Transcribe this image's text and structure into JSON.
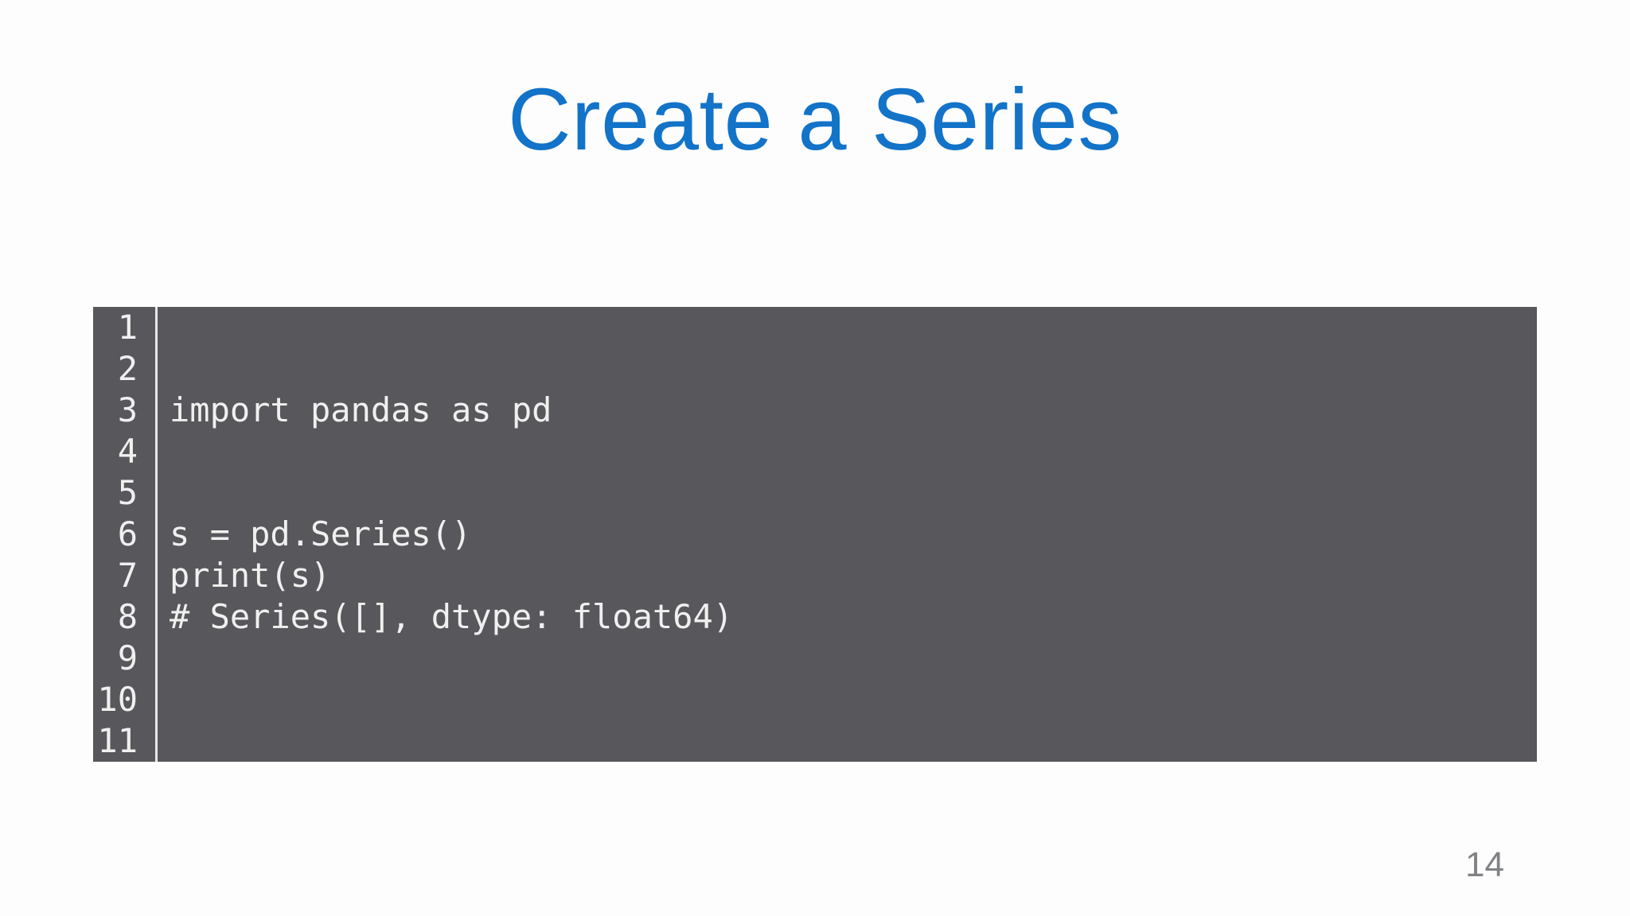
{
  "slide": {
    "title": "Create a Series",
    "page_number": "14"
  },
  "colors": {
    "title_blue": "#1273c8",
    "code_background": "#58575b",
    "code_text": "#f1f0f0",
    "gutter_separator": "#e8e8ea",
    "page_number_gray": "#808285",
    "slide_background": "#fdfdfd"
  },
  "code_block": {
    "lines": [
      {
        "number": "1",
        "code": ""
      },
      {
        "number": "2",
        "code": ""
      },
      {
        "number": "3",
        "code": "import pandas as pd"
      },
      {
        "number": "4",
        "code": ""
      },
      {
        "number": "5",
        "code": ""
      },
      {
        "number": "6",
        "code": "s = pd.Series()"
      },
      {
        "number": "7",
        "code": "print(s)"
      },
      {
        "number": "8",
        "code": "# Series([], dtype: float64)"
      },
      {
        "number": "9",
        "code": ""
      },
      {
        "number": "10",
        "code": ""
      },
      {
        "number": "11",
        "code": ""
      }
    ]
  }
}
